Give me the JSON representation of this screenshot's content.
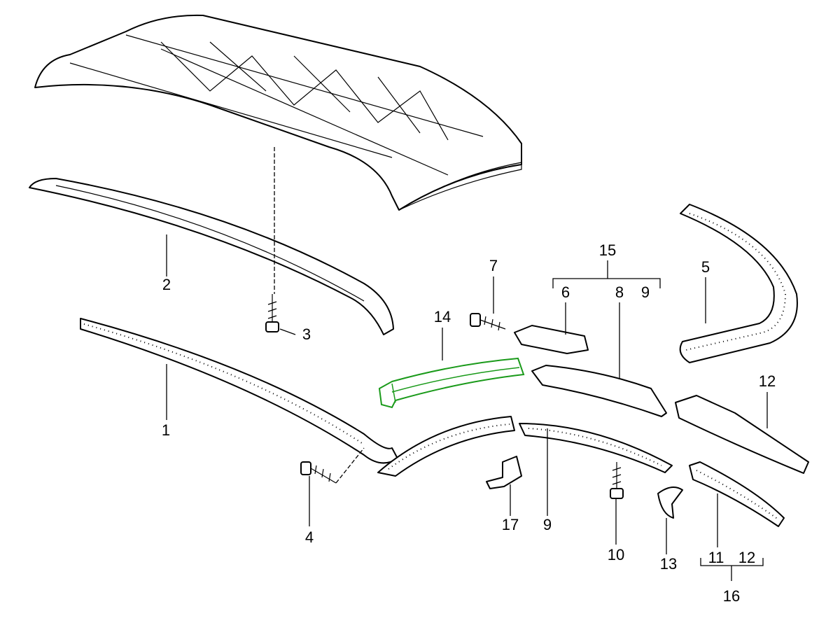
{
  "title": "Rear panel / trim strip parts diagram",
  "highlight_color": "#1a9a1a",
  "callouts": [
    {
      "id": "c15",
      "text": "15"
    },
    {
      "id": "c6",
      "text": "6"
    },
    {
      "id": "c8",
      "text": "8"
    },
    {
      "id": "c9a",
      "text": "9"
    },
    {
      "id": "c7",
      "text": "7"
    },
    {
      "id": "c5",
      "text": "5"
    },
    {
      "id": "c14",
      "text": "14"
    },
    {
      "id": "c2",
      "text": "2"
    },
    {
      "id": "c3",
      "text": "3"
    },
    {
      "id": "c12a",
      "text": "12"
    },
    {
      "id": "c1",
      "text": "1"
    },
    {
      "id": "c4",
      "text": "4"
    },
    {
      "id": "c17",
      "text": "17"
    },
    {
      "id": "c9b",
      "text": "9"
    },
    {
      "id": "c10",
      "text": "10"
    },
    {
      "id": "c13",
      "text": "13"
    },
    {
      "id": "c11",
      "text": "11"
    },
    {
      "id": "c12b",
      "text": "12"
    },
    {
      "id": "c16",
      "text": "16"
    }
  ]
}
